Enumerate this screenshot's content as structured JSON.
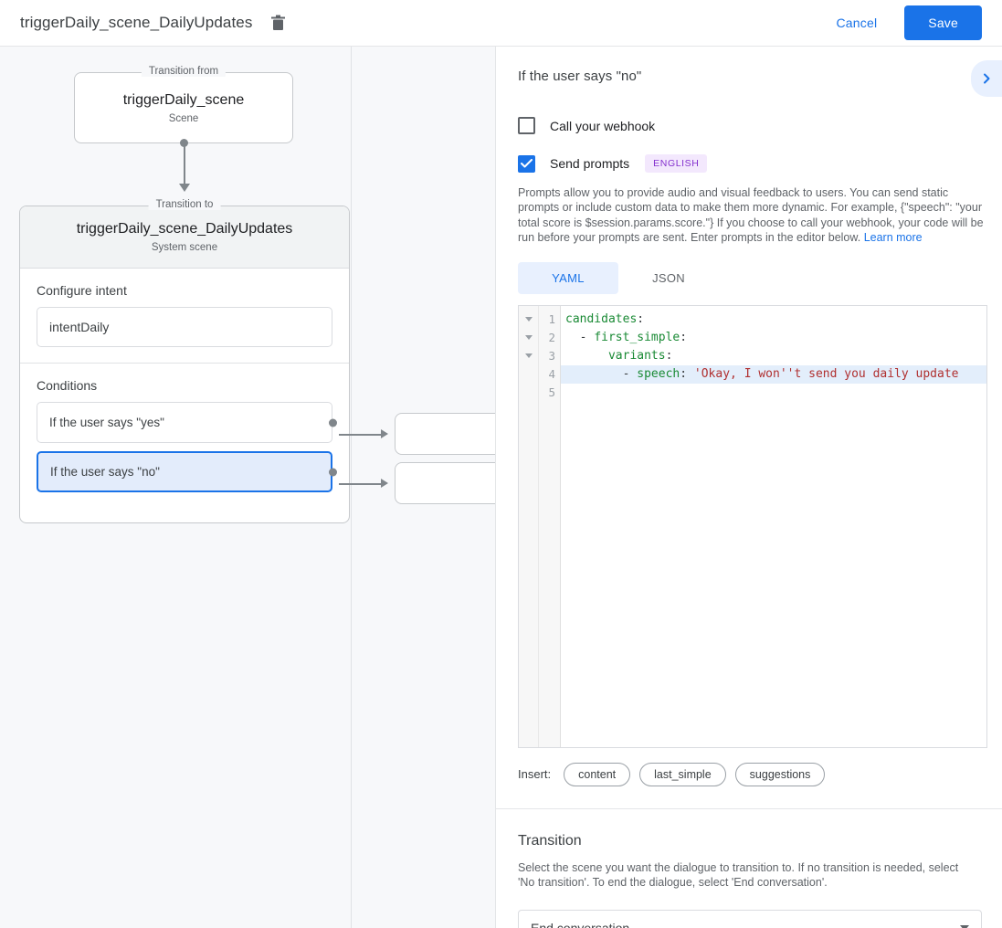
{
  "topbar": {
    "title": "triggerDaily_scene_DailyUpdates",
    "delete_icon": "trash-icon",
    "cancel_label": "Cancel",
    "save_label": "Save",
    "accent_color": "#1a73e8"
  },
  "graph": {
    "from_legend": "Transition from",
    "from_title": "triggerDaily_scene",
    "from_subtitle": "Scene",
    "to_legend": "Transition to",
    "to_title": "triggerDaily_scene_DailyUpdates",
    "to_subtitle": "System scene",
    "intent_section_label": "Configure intent",
    "intent_value": "intentDaily",
    "conditions_section_label": "Conditions",
    "conditions": [
      {
        "label": "If the user says \"yes\"",
        "selected": false
      },
      {
        "label": "If the user says \"no\"",
        "selected": true
      }
    ]
  },
  "panel": {
    "title": "If the user says \"no\"",
    "collapse_icon": "chevron-right-icon",
    "webhook": {
      "label": "Call your webhook",
      "checked": false
    },
    "prompts": {
      "label": "Send prompts",
      "checked": true,
      "language_badge": "ENGLISH",
      "badge_bg": "#f3e8fd",
      "badge_fg": "#8430ce",
      "description": "Prompts allow you to provide audio and visual feedback to users. You can send static prompts or include custom data to make them more dynamic. For example, {\"speech\": \"your total score is $session.params.score.\"} If you choose to call your webhook, your code will be run before your prompts are sent. Enter prompts in the editor below.",
      "learn_more": "Learn more"
    },
    "tabs": [
      {
        "label": "YAML",
        "active": true
      },
      {
        "label": "JSON",
        "active": false
      }
    ],
    "editor": {
      "line_numbers": [
        "1",
        "2",
        "3",
        "4",
        "5"
      ],
      "fold_lines": [
        1,
        2,
        3
      ],
      "highlighted_line": 4,
      "lines": [
        {
          "n": 1,
          "tokens": [
            {
              "t": "key",
              "v": "candidates"
            },
            {
              "t": "punct",
              "v": ":"
            }
          ]
        },
        {
          "n": 2,
          "tokens": [
            {
              "t": "dash",
              "v": "  - "
            },
            {
              "t": "key",
              "v": "first_simple"
            },
            {
              "t": "punct",
              "v": ":"
            }
          ]
        },
        {
          "n": 3,
          "tokens": [
            {
              "t": "dash",
              "v": "      "
            },
            {
              "t": "key",
              "v": "variants"
            },
            {
              "t": "punct",
              "v": ":"
            }
          ]
        },
        {
          "n": 4,
          "tokens": [
            {
              "t": "dash",
              "v": "        - "
            },
            {
              "t": "key",
              "v": "speech"
            },
            {
              "t": "punct",
              "v": ": "
            },
            {
              "t": "str",
              "v": "'Okay, I won''t send you daily update"
            }
          ]
        },
        {
          "n": 5,
          "tokens": []
        }
      ],
      "plain_text": "candidates:\n  - first_simple:\n      variants:\n        - speech: 'Okay, I won''t send you daily updates'\n"
    },
    "insert": {
      "label": "Insert:",
      "chips": [
        "content",
        "last_simple",
        "suggestions"
      ]
    },
    "transition": {
      "title": "Transition",
      "description": "Select the scene you want the dialogue to transition to. If no transition is needed, select 'No transition'. To end the dialogue, select 'End conversation'.",
      "selected_value": "End conversation",
      "dropdown_icon": "caret-down-icon"
    }
  }
}
